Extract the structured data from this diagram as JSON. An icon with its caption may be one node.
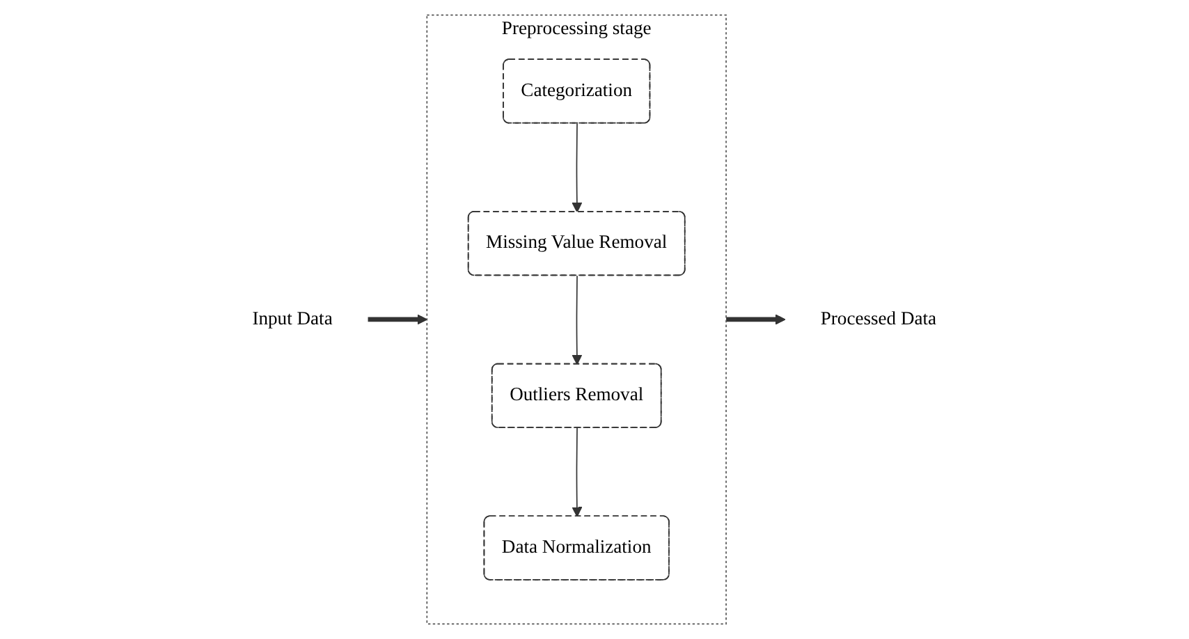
{
  "diagram": {
    "nodes": [
      {
        "text": [
          "Input Data"
        ]
      },
      {
        "text": [
          "Preprocessing stage"
        ]
      },
      {
        "text": [
          "Categorization"
        ],
        "in": 1
      },
      {
        "text": [
          "Missing Value Removal"
        ],
        "in": 1
      },
      {
        "text": [
          "Outliers Removal"
        ],
        "in": 1
      },
      {
        "text": [
          "Data Normalization"
        ],
        "in": 1
      },
      {
        "text": [
          "Processed Data"
        ]
      }
    ],
    "edges": [
      {
        "from": 0,
        "to": 1,
        "arrow": "to",
        "style": "thick"
      },
      {
        "from": 1,
        "to": 6,
        "arrow": "to",
        "style": "thick"
      },
      {
        "from": 2,
        "to": 3,
        "arrow": "to"
      },
      {
        "from": 3,
        "to": 4,
        "arrow": "to"
      },
      {
        "from": 4,
        "to": 5,
        "arrow": "to"
      }
    ]
  }
}
